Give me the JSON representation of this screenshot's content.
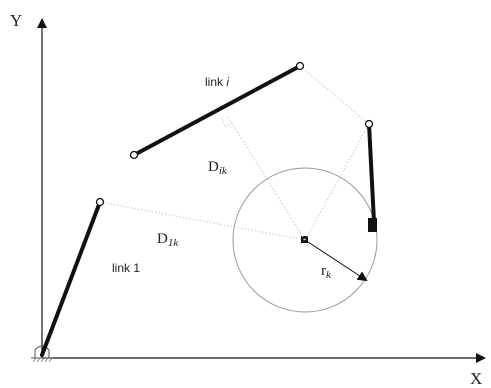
{
  "axes": {
    "x_label": "X",
    "y_label": "Y"
  },
  "labels": {
    "link_i": "link ",
    "link_i_italic": "i",
    "link_1": "link 1",
    "d_ik_main": "D",
    "d_ik_sub": "ik",
    "d_1k_main": "D",
    "d_1k_sub": "1k",
    "r_k_main": "r",
    "r_k_sub": "k"
  }
}
